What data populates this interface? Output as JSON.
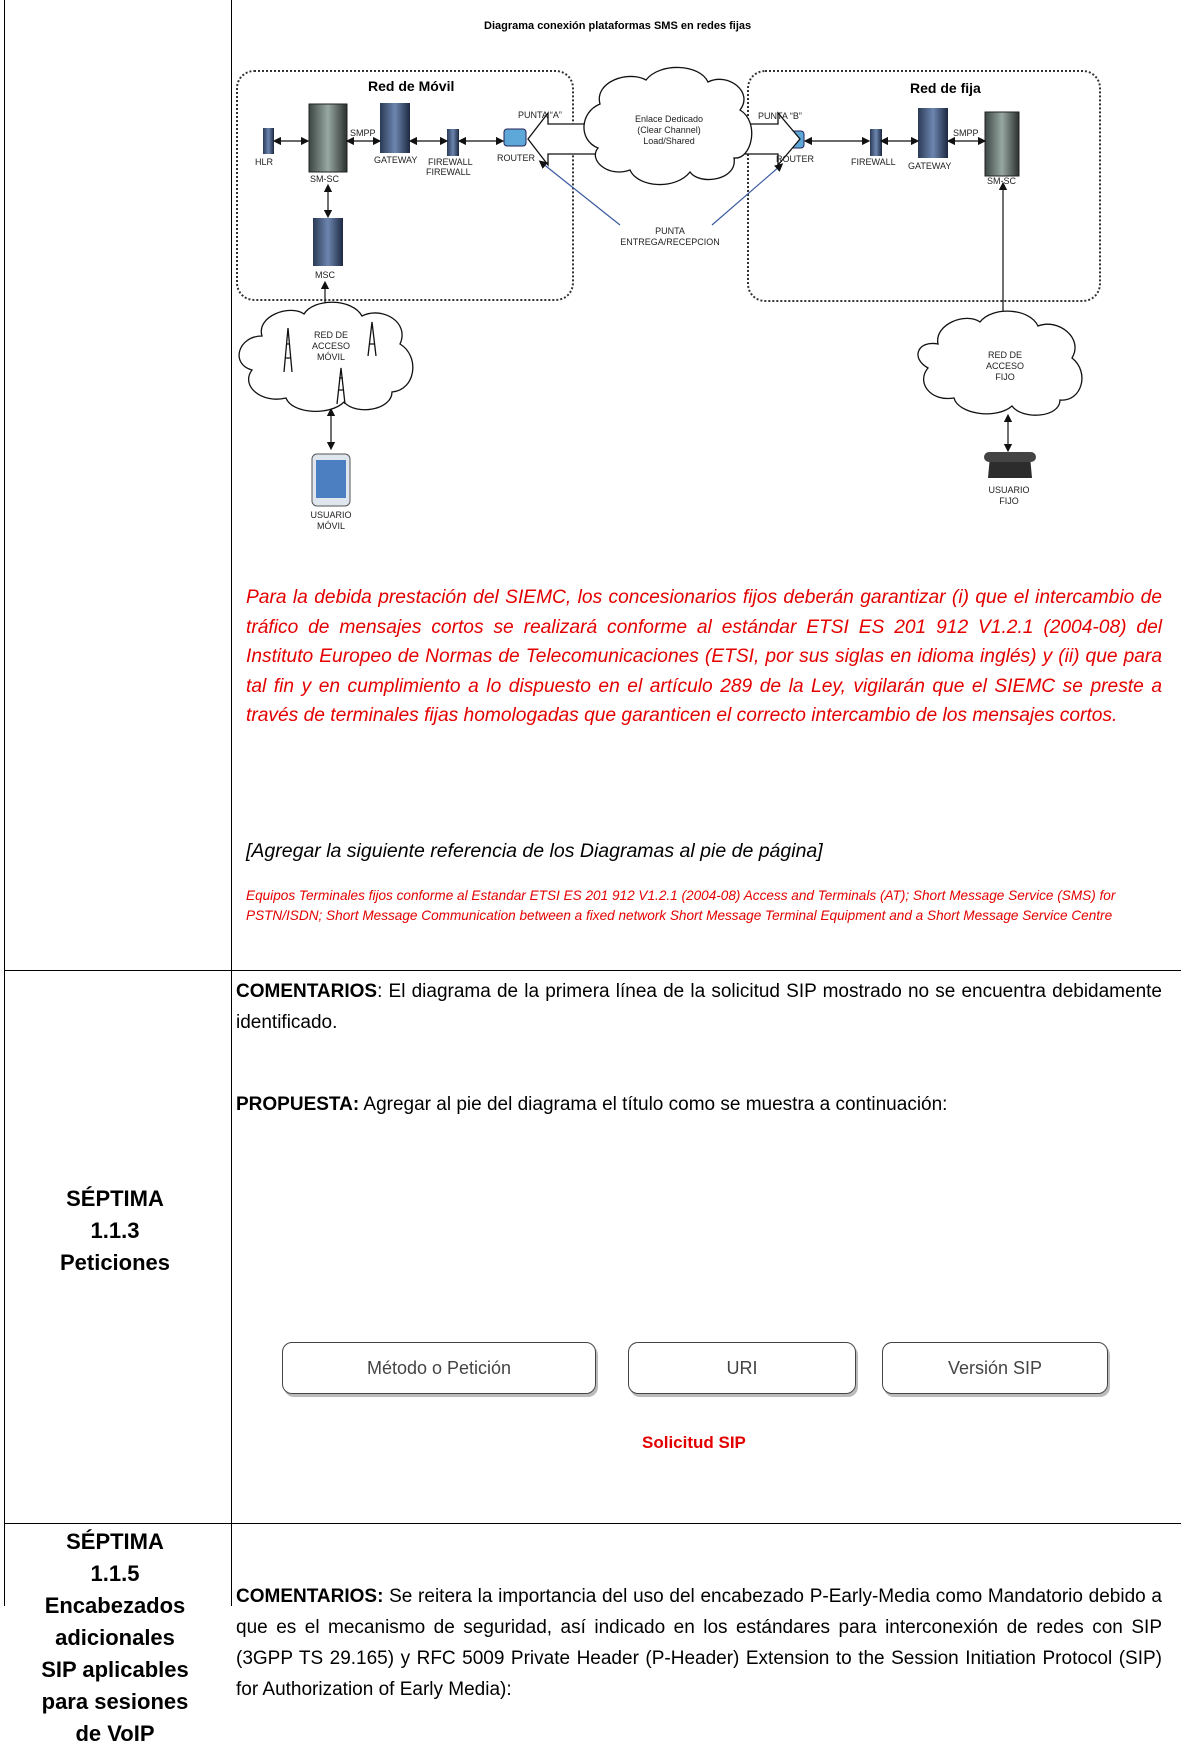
{
  "diagram": {
    "title": "Diagrama conexión plataformas SMS en redes fijas",
    "mobile_network": "Red de Móvil",
    "fixed_network": "Red de fija",
    "labels": {
      "hlr": "HLR",
      "smsc_left": "SM-SC",
      "smpp_left": "SMPP",
      "gateway_left": "GATEWAY",
      "firewall_left_1": "FIREWALL",
      "firewall_left_2": "FIREWALL",
      "router_left": "ROUTER",
      "punta_a": "PUNTA “A”",
      "link_1": "Enlace Dedicado",
      "link_2": "(Clear Channel)",
      "link_3": "Load/Shared",
      "punta_b": "PUNTA “B”",
      "router_right": "ROUTER",
      "firewall_right": "FIREWALL",
      "gateway_right": "GATEWAY",
      "smpp_right": "SMPP",
      "smsc_right": "SM-SC",
      "msc": "MSC",
      "punta_entrega_1": "PUNTA",
      "punta_entrega_2": "ENTREGA/RECEPCION",
      "red_acceso_movil_1": "RED DE",
      "red_acceso_movil_2": "ACCESO",
      "red_acceso_movil_3": "MÓVIL",
      "red_acceso_fijo_1": "RED DE",
      "red_acceso_fijo_2": "ACCESO",
      "red_acceso_fijo_3": "FIJO",
      "usuario_movil_1": "USUARIO",
      "usuario_movil_2": "MÓVIL",
      "usuario_fijo_1": "USUARIO",
      "usuario_fijo_2": "FIJO"
    }
  },
  "paragraph_red": "Para la debida prestación del SIEMC, los concesionarios fijos deberán garantizar (i) que el intercambio de tráfico de mensajes cortos se realizará conforme al estándar ETSI ES 201 912 V1.2.1 (2004-08) del Instituto Europeo de Normas de Telecomunicaciones (ETSI, por sus siglas en idioma inglés) y (ii) que para tal fin y en cumplimiento a lo dispuesto en el artículo 289 de la Ley, vigilarán que el SIEMC se preste a través de terminales fijas homologadas que garanticen el correcto intercambio de los mensajes cortos.",
  "reference_instruction": "[Agregar la siguiente referencia de los Diagramas al pie de página]",
  "reference_small": "Equipos Terminales fijos conforme al Estandar ETSI ES 201 912 V1.2.1 (2004-08) Access and Terminals (AT); Short Message Service (SMS) for PSTN/ISDN; Short Message Communication between a fixed network Short Message Terminal Equipment and a Short Message Service Centre",
  "row2": {
    "head_1": "SÉPTIMA",
    "head_2": "1.1.3",
    "head_3": "Peticiones",
    "comentarios_label": "COMENTARIOS",
    "comentarios_text": ": El diagrama de la primera línea de la solicitud SIP mostrado no se encuentra debidamente identificado.",
    "propuesta_label": "PROPUESTA:",
    "propuesta_text": " Agregar al pie del diagrama el título como se muestra a continuación:",
    "box_1": "Método o Petición",
    "box_2": "URI",
    "box_3": "Versión SIP",
    "caption": "Solicitud SIP"
  },
  "row3": {
    "head_1": "SÉPTIMA",
    "head_2": "1.1.5",
    "head_3": "Encabezados",
    "head_4": "adicionales",
    "head_5": "SIP aplicables",
    "head_6": "para sesiones",
    "head_7": "de VoIP",
    "comentarios_label": "COMENTARIOS:",
    "comentarios_text": "  Se reitera la importancia del uso del encabezado P-Early-Media como Mandatorio debido a que es el mecanismo de seguridad, así indicado en los estándares para interconexión de redes con SIP (3GPP TS 29.165) y RFC 5009 Private Header (P-Header) Extension to the Session Initiation Protocol (SIP) for Authorization of Early Media):"
  }
}
